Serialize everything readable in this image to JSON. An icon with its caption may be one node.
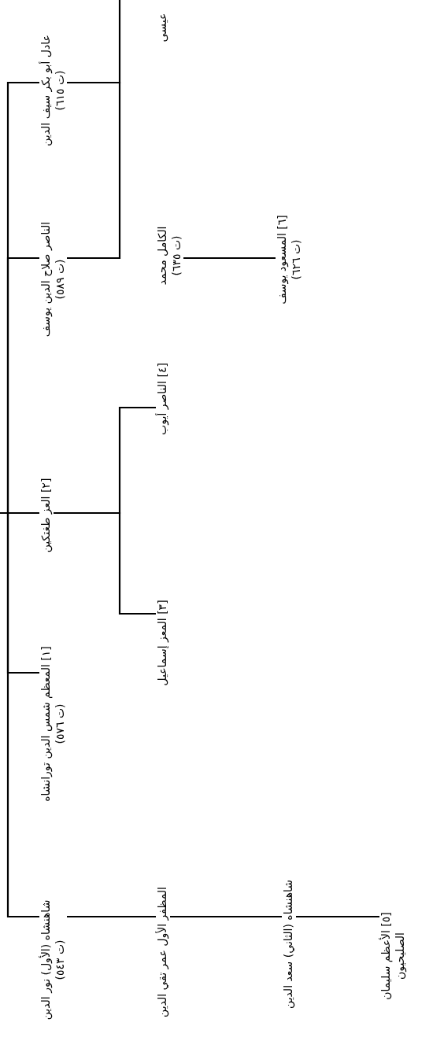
{
  "diagram": {
    "nodes": [
      {
        "text": [
          "شاهنشاه (الأول) نور الدين",
          "(ت ٥٤٣)"
        ]
      },
      {
        "text": [
          "[١] المعظم شمس الدين تورانشاه",
          "(ت ٥٧٦)"
        ]
      },
      {
        "text": [
          "[٢] العز طغتكين"
        ]
      },
      {
        "text": [
          "الناصر صلاح الدين يوسف",
          "(ت ٥٨٩)"
        ]
      },
      {
        "text": [
          "عادل أبو بكر سيف الدين",
          "(ت ٦١٥)"
        ]
      },
      {
        "text": [
          "المظفر الأول عمر تقي الدين"
        ]
      },
      {
        "text": [
          "[٣] المعز إسماعيل"
        ]
      },
      {
        "text": [
          "[٤] الناصر أيوب"
        ]
      },
      {
        "text": [
          "الكامل محمد",
          "(ت ٦٣٥)"
        ]
      },
      {
        "text": [
          "عيسى"
        ]
      },
      {
        "text": [
          "شاهنشاه (الثاني) سعد الدين"
        ]
      },
      {
        "text": [
          "[٦] المسعود يوسف",
          "(ت ٦٢٦)"
        ]
      },
      {
        "text": [
          "[٥] الأعظم سليمان",
          "الصليحيون"
        ]
      }
    ],
    "edges": [
      {
        "from": null,
        "to": 0,
        "arrow": "none"
      },
      {
        "from": null,
        "to": 1,
        "arrow": "none"
      },
      {
        "from": null,
        "to": 2,
        "arrow": "none"
      },
      {
        "from": null,
        "to": 3,
        "arrow": "none"
      },
      {
        "from": null,
        "to": 4,
        "arrow": "none"
      },
      {
        "from": 0,
        "to": 5,
        "arrow": "none"
      },
      {
        "from": 5,
        "to": 10,
        "arrow": "none"
      },
      {
        "from": 10,
        "to": 12,
        "arrow": "none"
      },
      {
        "from": 2,
        "to": 6,
        "arrow": "none"
      },
      {
        "from": 2,
        "to": 7,
        "arrow": "none"
      },
      {
        "from": 8,
        "to": 11,
        "arrow": "none"
      },
      {
        "from": 4,
        "to": 3,
        "arrow": "none"
      },
      {
        "from": 4,
        "to": null,
        "arrow": "none"
      }
    ]
  }
}
